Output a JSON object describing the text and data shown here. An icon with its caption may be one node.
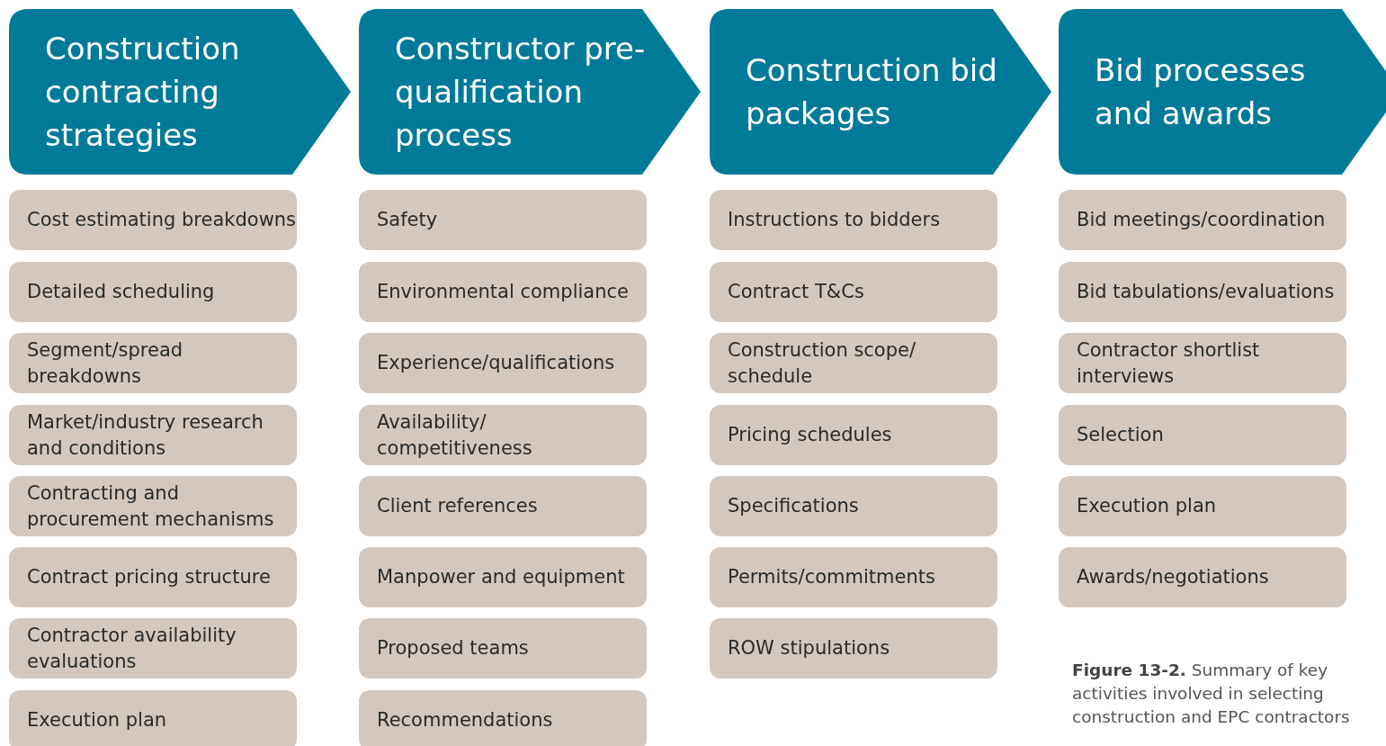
{
  "diagram": {
    "caption": "**Figure 13-2.** Summary of key activities involved in selecting construction and EPC contractors",
    "nodes": [
      {
        "text": [
          "Construction contracting strategies"
        ]
      },
      {
        "text": [
          "Cost estimating breakdowns"
        ]
      },
      {
        "text": [
          "Detailed scheduling"
        ]
      },
      {
        "text": [
          "Segment/spread breakdowns"
        ]
      },
      {
        "text": [
          "Market/industry research and conditions"
        ]
      },
      {
        "text": [
          "Contracting and procurement mechanisms"
        ]
      },
      {
        "text": [
          "Contract pricing structure"
        ]
      },
      {
        "text": [
          "Contractor availability evaluations"
        ]
      },
      {
        "text": [
          "Execution plan"
        ]
      },
      {
        "text": [
          "Constructor pre-qualification process"
        ]
      },
      {
        "text": [
          "Safety"
        ]
      },
      {
        "text": [
          "Environmental compliance"
        ]
      },
      {
        "text": [
          "Experience/qualifications"
        ]
      },
      {
        "text": [
          "Availability/ competitiveness"
        ]
      },
      {
        "text": [
          "Client references"
        ]
      },
      {
        "text": [
          "Manpower and equipment"
        ]
      },
      {
        "text": [
          "Proposed teams"
        ]
      },
      {
        "text": [
          "Recommendations"
        ]
      },
      {
        "text": [
          "Construction bid packages"
        ]
      },
      {
        "text": [
          "Instructions to bidders"
        ]
      },
      {
        "text": [
          "Contract T&Cs"
        ]
      },
      {
        "text": [
          "Construction scope/ schedule"
        ]
      },
      {
        "text": [
          "Pricing schedules"
        ]
      },
      {
        "text": [
          "Specifications"
        ]
      },
      {
        "text": [
          "Permits/commitments"
        ]
      },
      {
        "text": [
          "ROW stipulations"
        ]
      },
      {
        "text": [
          "Bid processes and awards"
        ]
      },
      {
        "text": [
          "Bid meetings/coordination"
        ]
      },
      {
        "text": [
          "Bid tabulations/evaluations"
        ]
      },
      {
        "text": [
          "Contractor shortlist interviews"
        ]
      },
      {
        "text": [
          "Selection"
        ]
      },
      {
        "text": [
          "Execution plan"
        ]
      },
      {
        "text": [
          "Awards/negotiations"
        ]
      }
    ]
  }
}
